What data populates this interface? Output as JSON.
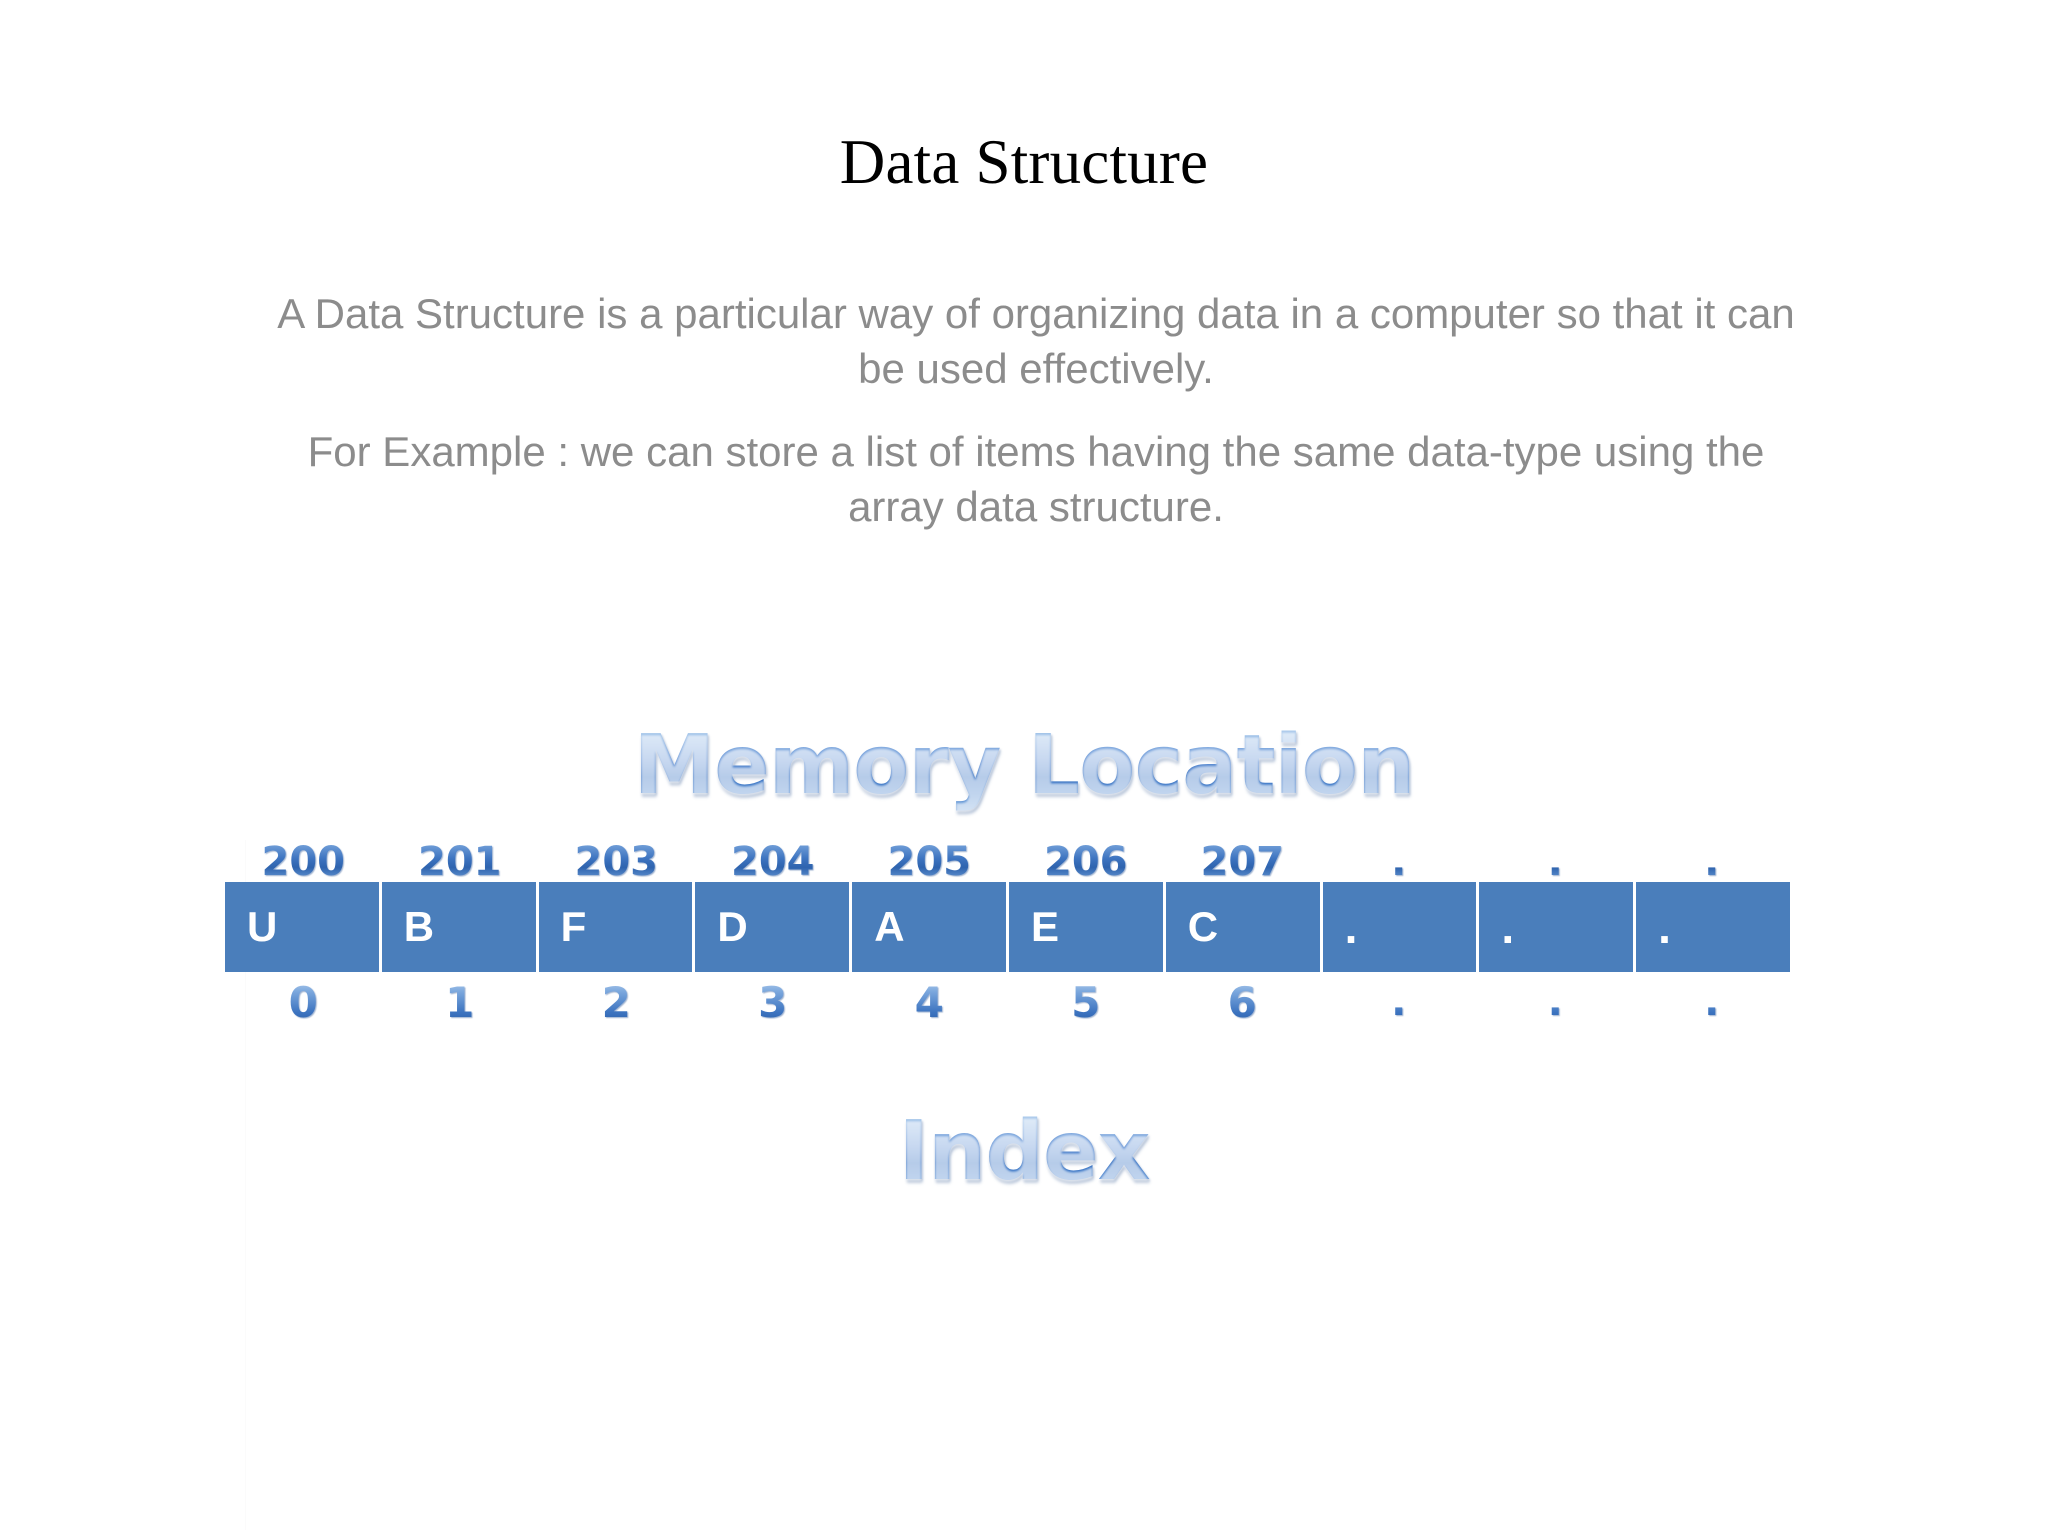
{
  "slide": {
    "title": "Data Structure",
    "paragraphs": [
      "A Data Structure  is a particular way of organizing data in a  computer so that it can be used effectively.",
      "For Example : we can store a list of items having the same data-type using the array data structure."
    ]
  },
  "diagram": {
    "top_heading": "Memory Location",
    "bottom_heading": "Index",
    "addresses": [
      "200",
      "201",
      "203",
      "204",
      "205",
      "206",
      "207",
      ".",
      ".",
      "."
    ],
    "values": [
      "U",
      "B",
      "F",
      "D",
      "A",
      "E",
      "C",
      ".",
      ".",
      "."
    ],
    "indices": [
      "0",
      "1",
      "2",
      "3",
      "4",
      "5",
      "6",
      ".",
      ".",
      "."
    ],
    "colors": {
      "cell_fill": "#4a7ebb",
      "cell_text": "#ffffff",
      "wordart_blue": "#2f6cc0",
      "body_text": "#8c8c8c",
      "title_text": "#000000",
      "background": "#ffffff"
    }
  }
}
